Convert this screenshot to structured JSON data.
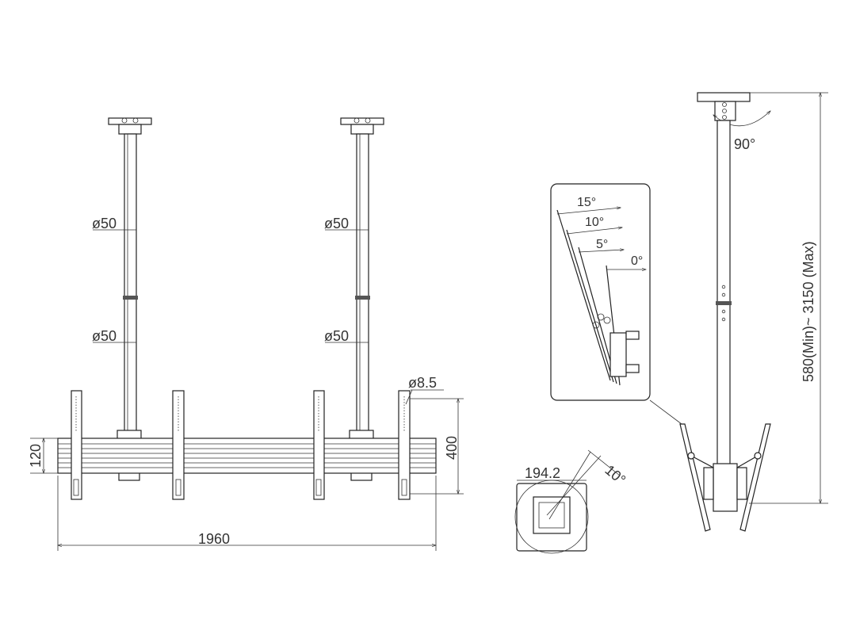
{
  "front_view": {
    "pole_diameter_upper": "ø50",
    "pole_diameter_lower": "ø50",
    "pole2_diameter_upper": "ø50",
    "pole2_diameter_lower": "ø50",
    "hole_diameter": "ø8.5",
    "rail_height": "120",
    "bracket_height": "400",
    "total_width": "1960"
  },
  "side_view": {
    "rotation_angle": "90°",
    "height_range": "580(Min)~ 3150 (Max)"
  },
  "tilt_detail": {
    "angles": [
      "15°",
      "10°",
      "5°",
      "0°"
    ]
  },
  "top_view": {
    "plate_width": "194.2",
    "angle": "10°"
  },
  "colors": {
    "line": "#222222",
    "background": "#ffffff"
  }
}
